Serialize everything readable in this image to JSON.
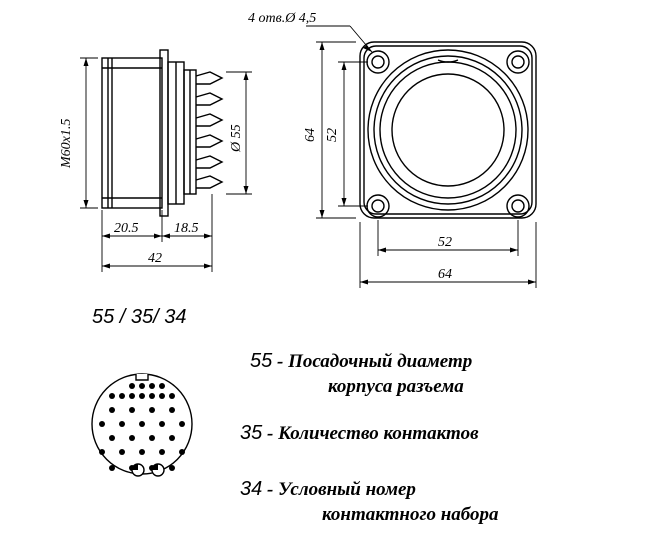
{
  "side_view": {
    "thread_label": "M60x1.5",
    "diameter_label": "Ø 55",
    "dim_left": "20.5",
    "dim_right": "18.5",
    "dim_total": "42"
  },
  "front_view": {
    "holes_label": "4 отв.Ø 4,5",
    "height_outer": "64",
    "height_inner": "52",
    "width_inner": "52",
    "width_outer": "64"
  },
  "code_label": "55 / 35/ 34",
  "legend": [
    {
      "num": "55",
      "dash": " - ",
      "line1": "Посадочный диаметр",
      "line2": "корпуса разъема"
    },
    {
      "num": "35",
      "dash": " - ",
      "line1": "Количество контактов"
    },
    {
      "num": "34",
      "dash": " - ",
      "line1": "Условный номер",
      "line2": "контактного набора"
    }
  ],
  "pin_layout": {
    "total_pins": 35
  }
}
